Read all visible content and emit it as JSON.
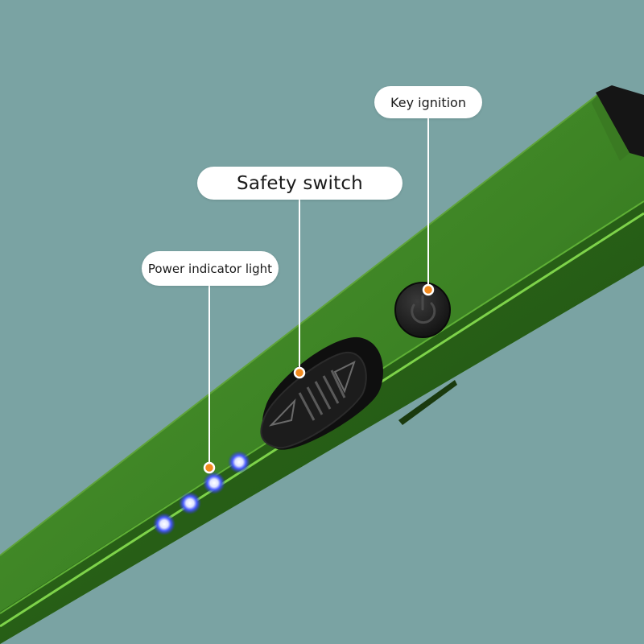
{
  "callouts": {
    "key_ignition": "Key ignition",
    "safety_switch": "Safety switch",
    "power_indicator": "Power indicator light"
  },
  "colors": {
    "background": "#7aa3a3",
    "body_green": "#3f8a26",
    "body_green_dark": "#2d6a1a",
    "edge_highlight": "#7ed34a",
    "switch_black": "#1c1c1c",
    "marker_orange": "#f28a1f",
    "led_blue": "#3a4cff",
    "leader_line": "#ffffff"
  },
  "indicator": {
    "led_count": 4,
    "led_color_name": "blue"
  }
}
